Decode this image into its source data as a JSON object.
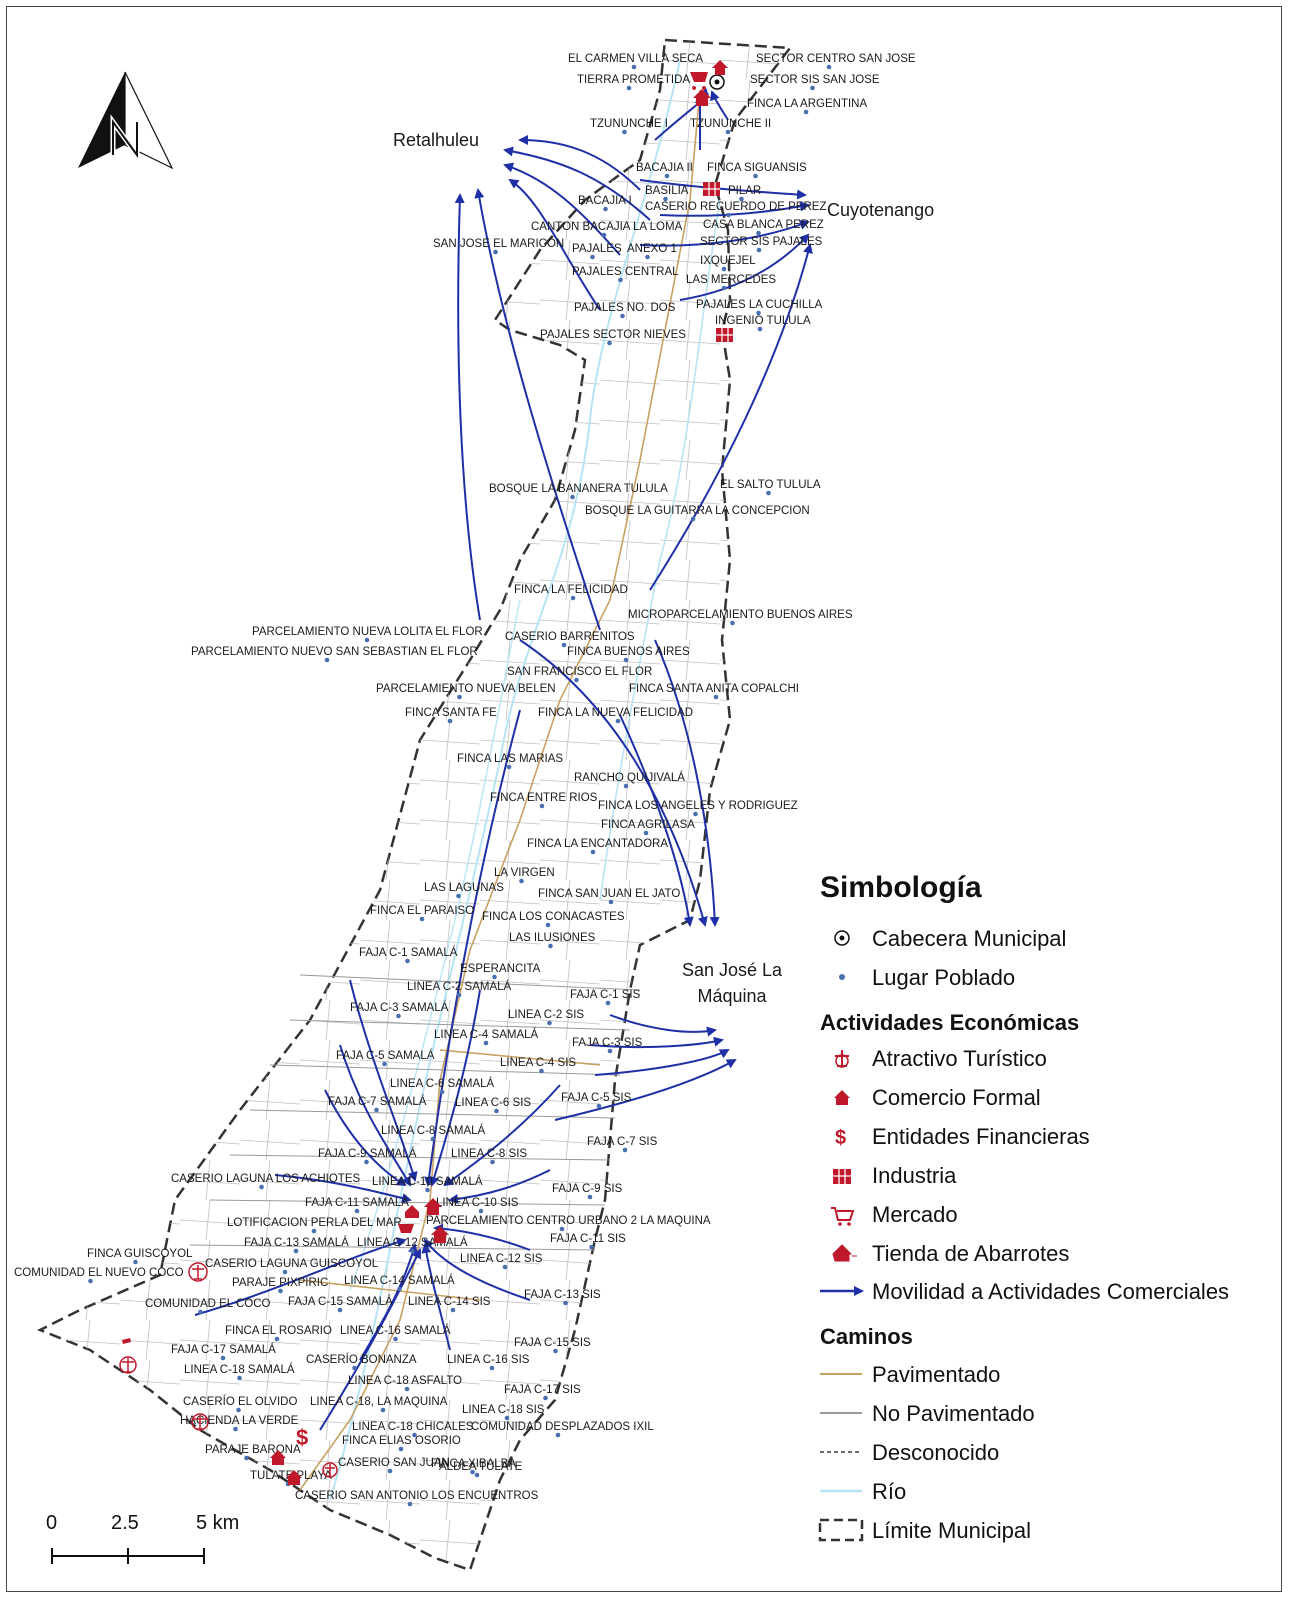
{
  "map": {
    "regional_towns": [
      {
        "id": "retalhuleu",
        "name": "Retalhuleu"
      },
      {
        "id": "cuyotenango",
        "name": "Cuyotenango"
      },
      {
        "id": "sanjose",
        "name_line1": "San José La",
        "name_line2": "Máquina"
      }
    ],
    "place_labels": [
      "EL CARMEN VILLA SECA",
      "SECTOR CENTRO SAN JOSE",
      "TIERRA PROMETIDA",
      "SECTOR SIS SAN JOSE",
      "FINCA LA ARGENTINA",
      "TZUNUNCHE I",
      "TZUNUNCHE II",
      "BACAJIA II",
      "FINCA SIGUANSIS",
      "BACAJIA I",
      "BASILIA",
      "PILAR",
      "CASERIO RECUERDO DE PEREZ",
      "CANTON BACAJIA LA LOMA",
      "CASA BLANCA PEREZ",
      "SAN JOSE EL MARICON",
      "PAJALES",
      "ANEXO 1",
      "SECTOR SIS PAJALES",
      "IXQUEJEL",
      "PAJALES CENTRAL",
      "LAS MERCEDES",
      "PAJALES NO. DOS",
      "PAJALES LA CUCHILLA",
      "INGENIO TULULA",
      "PAJALES SECTOR NIEVES",
      "BOSQUE LA BANANERA TULULA",
      "EL SALTO TULULA",
      "BOSQUE LA GUITARRA LA CONCEPCION",
      "FINCA LA FELICIDAD",
      "MICROPARCELAMIENTO BUENOS AIRES",
      "PARCELAMIENTO NUEVA LOLITA EL FLOR",
      "CASERIO BARRENITOS",
      "PARCELAMIENTO NUEVO SAN SEBASTIAN EL FLOR",
      "FINCA BUENOS AIRES",
      "SAN FRANCISCO EL FLOR",
      "PARCELAMIENTO NUEVA BELEN",
      "FINCA SANTA ANITA COPALCHI",
      "FINCA SANTA FE",
      "FINCA LA NUEVA FELICIDAD",
      "FINCA LAS MARIAS",
      "RANCHO QUIJIVALÁ",
      "FINCA ENTRE RIOS",
      "FINCA LOS ANGELES Y RODRIGUEZ",
      "FINCA AGRILASA",
      "FINCA LA ENCANTADORA",
      "LA VIRGEN",
      "LAS LAGUNAS",
      "FINCA SAN JUAN EL JATO",
      "FINCA EL PARAISO",
      "FINCA LOS CONACASTES",
      "LAS ILUSIONES",
      "FAJA C-1 SAMALÁ",
      "ESPERANCITA",
      "LINEA C-2 SAMALÁ",
      "FAJA C-1 SIS",
      "FAJA C-3 SAMALÁ",
      "LINEA C-2 SIS",
      "LINEA C-4 SAMALÁ",
      "FAJA C-3 SIS",
      "FAJA C-5 SAMALÁ",
      "LINEA C-4 SIS",
      "LINEA C-6 SAMALÁ",
      "FAJA C-7 SAMALÁ",
      "LINEA C-6 SIS",
      "FAJA C-5 SIS",
      "LINEA C-8 SAMALÁ",
      "FAJA C-7 SIS",
      "FAJA C-9 SAMALÁ",
      "LINEA C-8 SIS",
      "CASERIO LAGUNA LOS ACHIOTES",
      "LINEA C-10 SAMALÁ",
      "FAJA C-9 SIS",
      "FAJA C-11 SAMALÁ",
      "LINEA C-10 SIS",
      "LOTIFICACION PERLA DEL MAR",
      "PARCELAMIENTO CENTRO URBANO 2 LA MAQUINA",
      "FAJA C-11 SIS",
      "FAJA C-13 SAMALÁ",
      "LINEA C-12 SAMALÁ",
      "FINCA GUISCOYOL",
      "CASERIO LAGUNA GUISCOYOL",
      "LINEA C-12 SIS",
      "COMUNIDAD EL NUEVO COCO",
      "PARAJE PIXPIRIC",
      "LINEA C-14 SAMALÁ",
      "COMUNIDAD EL COCO",
      "FAJA C-15 SAMALÁ",
      "LINEA C-14 SIS",
      "FAJA C-13 SIS",
      "FINCA EL ROSARIO",
      "LINEA C-16 SAMALÁ",
      "FAJA C-15 SIS",
      "FAJA C-17 SAMALÁ",
      "CASERÍO BONANZA",
      "LINEA C-16 SIS",
      "LINEA C-18 SAMALÁ",
      "LINEA C-18 ASFALTO",
      "FAJA C-17 SIS",
      "CASERÍO EL OLVIDO",
      "LINEA C-18, LA MAQUINA",
      "LINEA C-18 SIS",
      "HACIENDA LA VERDE",
      "LINEA C-18 CHICALES",
      "COMUNIDAD DESPLAZADOS IXIL",
      "PARAJE BARONA",
      "FINCA ELIAS OSORIO",
      "CASERIO SAN JUAN",
      "FINCA XIBALBA",
      "ALDEA TULATE",
      "TULATE PLAYA",
      "CASERIO SAN ANTONIO LOS ENCUENTROS"
    ]
  },
  "legend": {
    "title": "Simbología",
    "settlements": [
      {
        "label": "Cabecera Municipal",
        "icon": "circle-dot-icon"
      },
      {
        "label": "Lugar Poblado",
        "icon": "small-dot-icon"
      }
    ],
    "economic_title": "Actividades Económicas",
    "economic": [
      {
        "label": "Atractivo Turístico",
        "icon": "tourism-icon"
      },
      {
        "label": "Comercio Formal",
        "icon": "house-icon"
      },
      {
        "label": "Entidades Financieras",
        "icon": "dollar-icon"
      },
      {
        "label": "Industria",
        "icon": "grid-building-icon"
      },
      {
        "label": "Mercado",
        "icon": "cart-icon"
      },
      {
        "label": "Tienda de Abarrotes",
        "icon": "shop-icon"
      },
      {
        "label": "Movilidad a Actividades Comerciales",
        "icon": "arrow-icon"
      }
    ],
    "roads_title": "Caminos",
    "roads": [
      {
        "label": "Pavimentado",
        "color": "#c8a060"
      },
      {
        "label": "No Pavimentado",
        "color": "#9a9a9a"
      },
      {
        "label": "Desconocido",
        "color": "#555555"
      },
      {
        "label": "Río",
        "color": "#b7e4f4"
      },
      {
        "label": "Límite Municipal",
        "color": "#333333"
      }
    ]
  },
  "scale": {
    "labels": [
      "0",
      "2.5",
      "5 km"
    ]
  },
  "colors": {
    "arrow": "#1f2fa6",
    "poblado": "#4a6fb0",
    "economic": "#c0192c",
    "boundary": "#333333"
  }
}
